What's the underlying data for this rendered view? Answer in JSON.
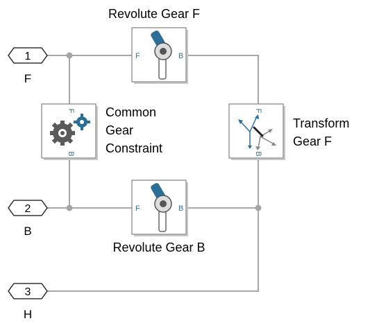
{
  "ports": [
    {
      "number": "1",
      "label": "F"
    },
    {
      "number": "2",
      "label": "B"
    },
    {
      "number": "3",
      "label": "H"
    }
  ],
  "blocks": {
    "revolute_gear_f": {
      "title": "Revolute Gear F",
      "port_left": "F",
      "port_right": "B"
    },
    "revolute_gear_b": {
      "title": "Revolute Gear B",
      "port_left": "F",
      "port_right": "B"
    },
    "common_gear_constraint": {
      "title_lines": [
        "Common",
        "Gear",
        "Constraint"
      ],
      "port_top": "F",
      "port_bottom": "B"
    },
    "transform_gear_f": {
      "title_lines": [
        "Transform",
        "Gear F"
      ],
      "port_top": "F",
      "port_bottom": "B"
    }
  },
  "colors": {
    "line": "#a6a6a6",
    "icon_blue": "#2d6e96",
    "icon_gray": "#5a5a5a",
    "port_text": "#3f6f82"
  },
  "icons": [
    "revolute-joint-icon",
    "gear-constraint-icon",
    "rigid-transform-icon"
  ]
}
